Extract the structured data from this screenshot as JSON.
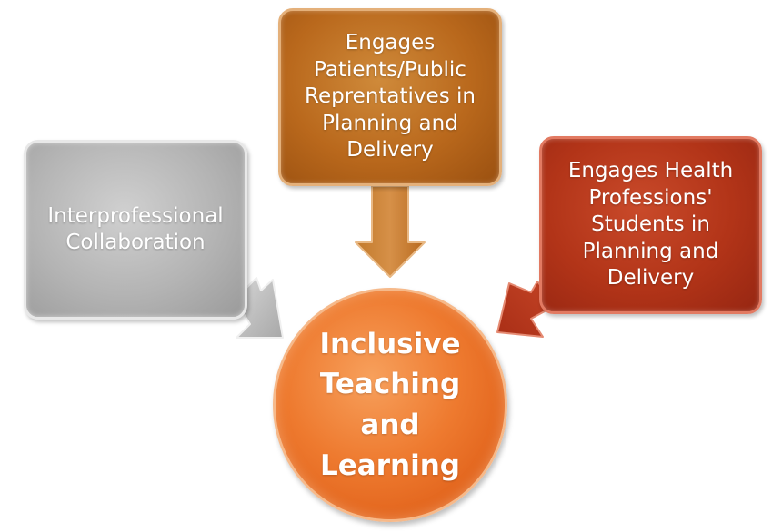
{
  "diagram": {
    "center": {
      "label": "Inclusive\nTeaching\nand\nLearning"
    },
    "nodes": [
      {
        "id": "interprofessional",
        "label": "Interprofessional\nCollaboration"
      },
      {
        "id": "patients",
        "label": "Engages\nPatients/Public\nReprentatives in\nPlanning and\nDelivery"
      },
      {
        "id": "students",
        "label": "Engages Health\nProfessions'\nStudents in\nPlanning and\nDelivery"
      }
    ],
    "colors": {
      "interprofessional": "#b4b4b4",
      "patients": "#b9681c",
      "students": "#b23418",
      "center": "#ee7a2f"
    }
  }
}
